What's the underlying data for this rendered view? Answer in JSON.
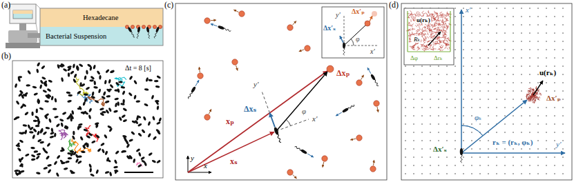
{
  "diagram": {
    "nodes": [
      {
        "text": [
          "Hexadecane"
        ]
      },
      {
        "text": [
          "Bacterial Suspension"
        ]
      }
    ],
    "labels": [
      "(a)",
      "(b)",
      "Δt = 8 [s]",
      "(c)",
      "y",
      "x",
      "xₛ",
      "xₚ",
      "Δxₛ",
      "Δxₚ",
      "y′",
      "x′",
      "φ",
      "y′",
      "Δx′ₛ",
      "φ",
      "x′",
      "Δx′ₚ",
      "(d)",
      "x′",
      "y′",
      "φₖ",
      "u(rₖ)",
      "Δx′ₚ",
      "Δx′ₛ",
      "rₖ = (rₖ, φₖ)",
      "u(rₖ)",
      "Rₖ",
      "Δφ",
      "Δrₖ"
    ]
  }
}
